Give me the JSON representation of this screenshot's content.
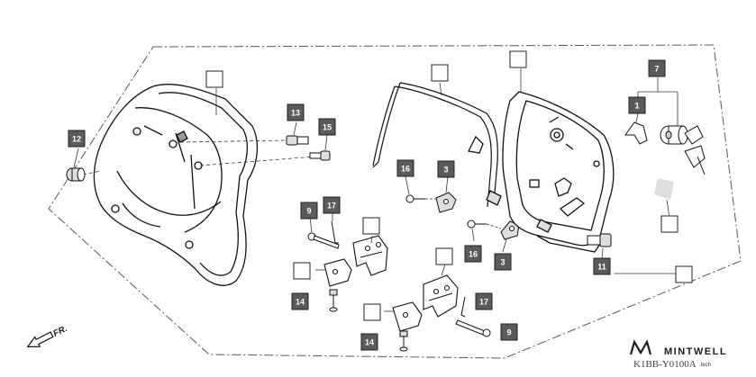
{
  "diagram": {
    "code": "K1BB-Y0100A",
    "direction_label": "FR.",
    "brand": {
      "name": "MINTWELL",
      "domain": ".tech"
    },
    "callouts": [
      {
        "id": "c-empty-1",
        "text": "",
        "filled": false
      },
      {
        "id": "c-13",
        "text": "13",
        "filled": true
      },
      {
        "id": "c-15",
        "text": "15",
        "filled": true
      },
      {
        "id": "c-12",
        "text": "12",
        "filled": true
      },
      {
        "id": "c-9a",
        "text": "9",
        "filled": true
      },
      {
        "id": "c-17a",
        "text": "17",
        "filled": true
      },
      {
        "id": "c-empty-2",
        "text": "",
        "filled": false
      },
      {
        "id": "c-empty-3",
        "text": "",
        "filled": false
      },
      {
        "id": "c-14a",
        "text": "14",
        "filled": true
      },
      {
        "id": "c-empty-4",
        "text": "",
        "filled": false
      },
      {
        "id": "c-16a",
        "text": "16",
        "filled": true
      },
      {
        "id": "c-3a",
        "text": "3",
        "filled": true
      },
      {
        "id": "c-empty-5",
        "text": "",
        "filled": false
      },
      {
        "id": "c-16b",
        "text": "16",
        "filled": true
      },
      {
        "id": "c-3b",
        "text": "3",
        "filled": true
      },
      {
        "id": "c-empty-6",
        "text": "",
        "filled": false
      },
      {
        "id": "c-17b",
        "text": "17",
        "filled": true
      },
      {
        "id": "c-empty-7",
        "text": "",
        "filled": false
      },
      {
        "id": "c-14b",
        "text": "14",
        "filled": true
      },
      {
        "id": "c-9b",
        "text": "9",
        "filled": true
      },
      {
        "id": "c-7",
        "text": "7",
        "filled": true
      },
      {
        "id": "c-1",
        "text": "1",
        "filled": true
      },
      {
        "id": "c-11",
        "text": "11",
        "filled": true
      },
      {
        "id": "c-empty-8",
        "text": "",
        "filled": false
      },
      {
        "id": "c-empty-9",
        "text": "",
        "filled": false
      }
    ]
  }
}
